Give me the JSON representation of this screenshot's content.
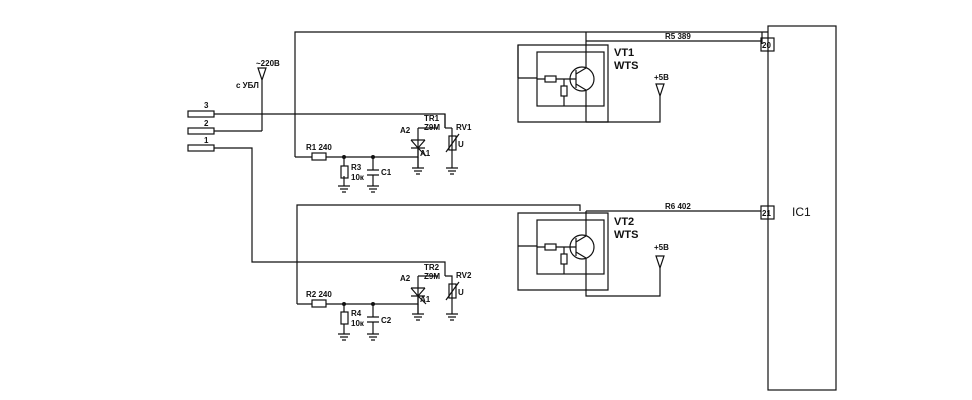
{
  "labels": {
    "supply_label": "с УБЛ",
    "supply_voltage": "~220В",
    "connector_pin_3": "3",
    "connector_pin_2": "2",
    "connector_pin_1": "1",
    "r1": "R1 240",
    "r2": "R2 240",
    "r3_name": "R3",
    "r3_value": "10к",
    "r4_name": "R4",
    "r4_value": "10к",
    "c1": "C1",
    "c2": "C2",
    "tr1_name": "TR1",
    "tr1_type": "Z9M",
    "tr2_name": "TR2",
    "tr2_type": "Z9M",
    "a2_top": "A2",
    "a1_top": "A1",
    "a2_bottom": "A2",
    "a1_bottom": "A1",
    "rv1": "RV1",
    "rv2": "RV2",
    "rv_u_top": "U",
    "rv_u_bottom": "U",
    "vt1_name": "VT1",
    "vt1_type": "WTS",
    "vt2_name": "VT2",
    "vt2_type": "WTS",
    "plus5_top": "+5В",
    "plus5_bottom": "+5В",
    "r5": "R5 389",
    "r6": "R6 402",
    "pin_20": "20",
    "pin_21": "21",
    "ic1": "IC1"
  }
}
